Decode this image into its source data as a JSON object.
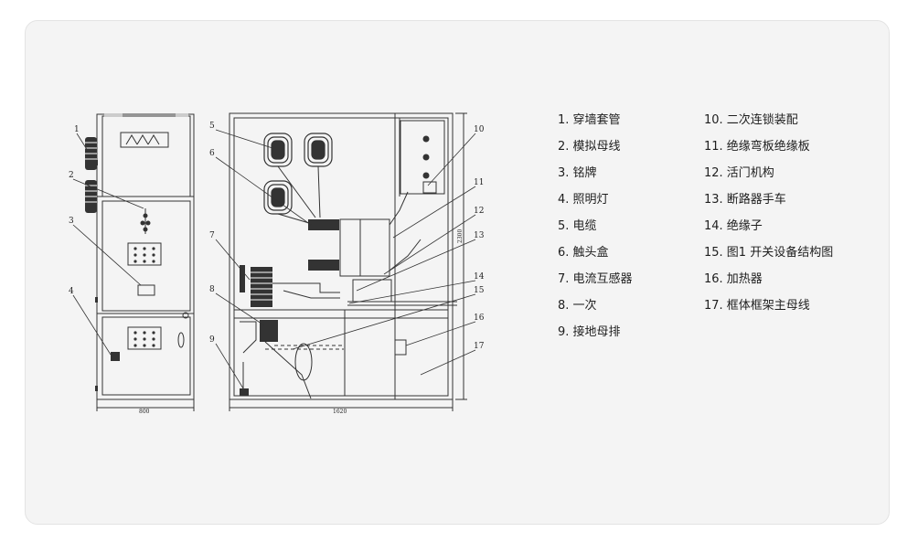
{
  "diagram": {
    "dimensions": {
      "left_width": "800",
      "right_width": "1620",
      "height": "2300"
    },
    "callouts": [
      "1",
      "2",
      "3",
      "4",
      "5",
      "6",
      "7",
      "8",
      "9",
      "10",
      "11",
      "12",
      "13",
      "14",
      "15",
      "16",
      "17"
    ]
  },
  "legend": {
    "col1": [
      "1. 穿墙套管",
      "2. 模拟母线",
      "3. 铭牌",
      "4. 照明灯",
      "5. 电缆",
      "6. 触头盒",
      "7. 电流互感器",
      "8. 一次",
      "9. 接地母排"
    ],
    "col2": [
      "10. 二次连锁装配",
      "11. 绝缘弯板绝缘板",
      "12. 活门机构",
      "13. 断路器手车",
      "14. 绝缘子",
      "15. 图1  开关设备结构图",
      "16. 加热器",
      "17. 框体框架主母线"
    ]
  }
}
